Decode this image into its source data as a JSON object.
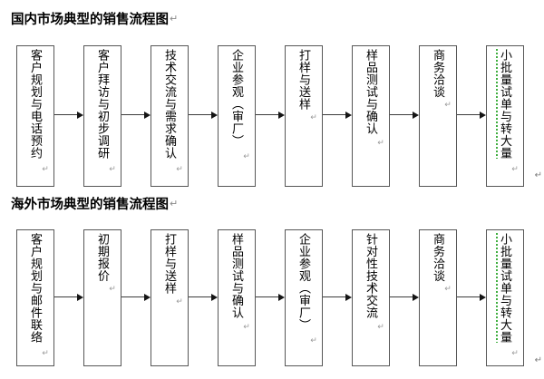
{
  "document": {
    "type": "flowchart-document",
    "sections": [
      {
        "id": "domestic",
        "title": "国内市场典型的销售流程图",
        "title_pilcrow": "↵",
        "nodes": [
          {
            "label": "客户规划与电话预约",
            "pilcrow": "↵",
            "spellcheck": false
          },
          {
            "label": "客户拜访与初步调研",
            "pilcrow": "↵",
            "spellcheck": false
          },
          {
            "label": "技术交流与需求确认",
            "pilcrow": "↵",
            "spellcheck": false
          },
          {
            "label": "企业参观（审厂）",
            "pilcrow": "↵",
            "spellcheck": false
          },
          {
            "label": "打样与送样",
            "pilcrow": "↵",
            "spellcheck": false
          },
          {
            "label": "样品测试与确认",
            "pilcrow": "↵",
            "spellcheck": false
          },
          {
            "label": "商务洽谈",
            "pilcrow": "↵",
            "spellcheck": false
          },
          {
            "label": "小批量试单与转大量",
            "pilcrow": "↵",
            "spellcheck": true
          }
        ]
      },
      {
        "id": "overseas",
        "title": "海外市场典型的销售流程图",
        "title_pilcrow": "↵",
        "nodes": [
          {
            "label": "客户规划与邮件联络",
            "pilcrow": "↵",
            "spellcheck": false
          },
          {
            "label": "初期报价",
            "pilcrow": "↵",
            "spellcheck": false
          },
          {
            "label": "打样与送样",
            "pilcrow": "↵",
            "spellcheck": false
          },
          {
            "label": "样品测试与确认",
            "pilcrow": "↵",
            "spellcheck": false
          },
          {
            "label": "企业参观（审厂）",
            "pilcrow": "↵",
            "spellcheck": false
          },
          {
            "label": "针对性技术交流",
            "pilcrow": "↵",
            "spellcheck": false
          },
          {
            "label": "商务洽谈",
            "pilcrow": "↵",
            "spellcheck": false
          },
          {
            "label": "小批量试单与转大量",
            "pilcrow": "↵",
            "spellcheck": true
          }
        ]
      }
    ],
    "edge_marks": {
      "top": "↵",
      "bottom": "↵"
    },
    "colors": {
      "box_border": "#575757",
      "connector": "#3b3b3b",
      "text": "#000000",
      "pilcrow": "#9a9a9a",
      "spellcheck_underline": "#3fae3f",
      "background": "#ffffff"
    }
  }
}
